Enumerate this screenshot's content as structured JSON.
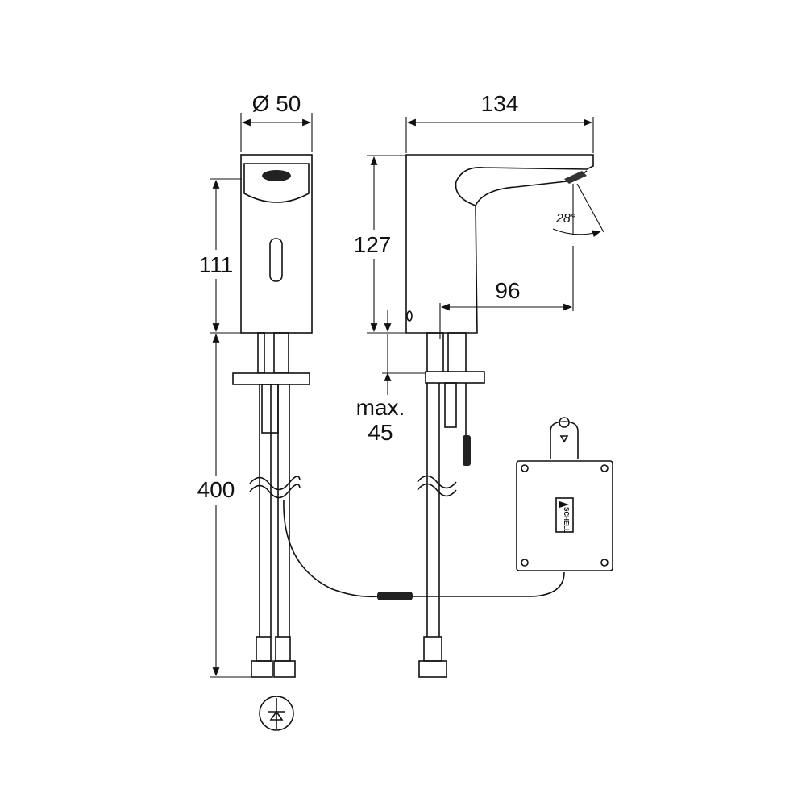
{
  "dimensions": {
    "diameter": "Ø 50",
    "length": "134",
    "front_height": "111",
    "side_height": "127",
    "reach": "96",
    "angle": "28°",
    "max_label": "max.",
    "max_value": "45",
    "hose_length": "400"
  },
  "control_box": {
    "logo": "SCHELL"
  },
  "colors": {
    "line": "#111111",
    "background": "#ffffff"
  }
}
